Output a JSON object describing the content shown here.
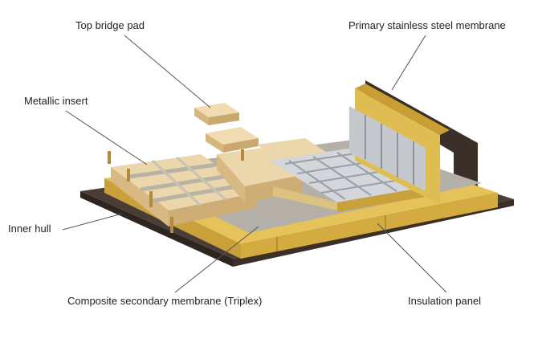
{
  "labels": {
    "top_bridge_pad": "Top bridge pad",
    "primary_membrane": "Primary stainless steel membrane",
    "metallic_insert": "Metallic insert",
    "inner_hull": "Inner hull",
    "composite_membrane": "Composite secondary membrane (Triplex)",
    "insulation_panel": "Insulation panel"
  },
  "colors": {
    "hull": "#4a3d35",
    "hull_dark": "#2e2520",
    "plywood": "#e8cfa2",
    "plywood_side": "#d2b27c",
    "foam": "#d9b64a",
    "foam_dark": "#b8912e",
    "steel": "#c9cdd2",
    "steel_dark": "#9aa0a6",
    "triplex": "#a9a69f",
    "leader": "#555555"
  }
}
